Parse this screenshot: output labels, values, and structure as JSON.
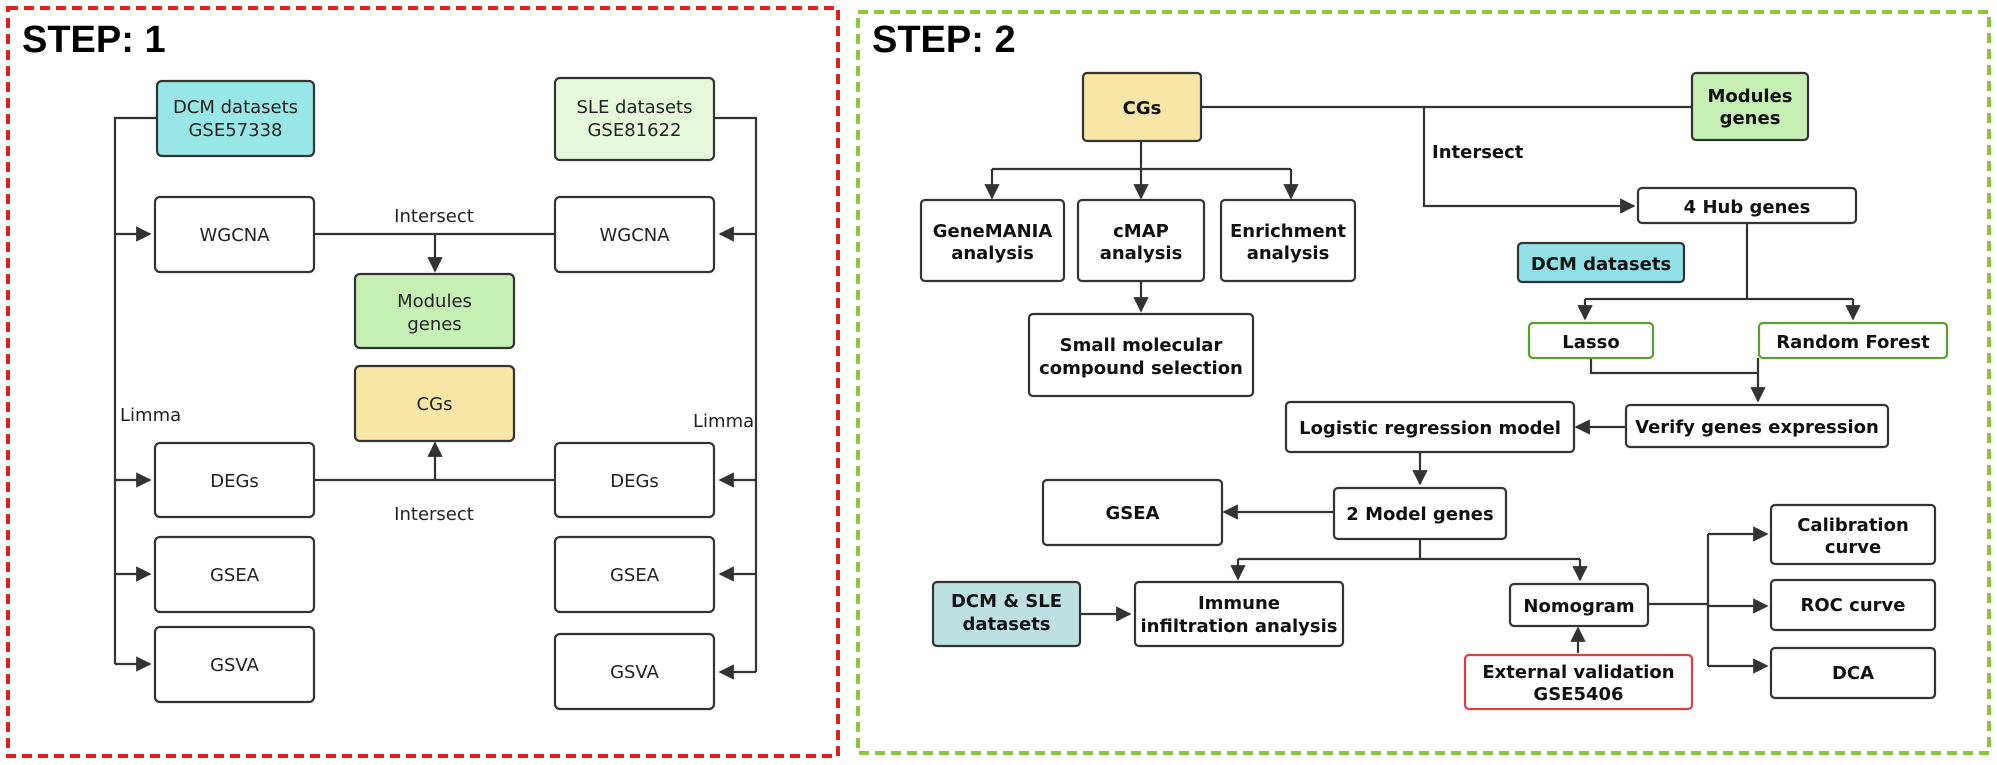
{
  "step1": {
    "title": "STEP: 1",
    "border_color": "#e02020",
    "dcm": [
      "DCM datasets",
      "GSE57338"
    ],
    "sle": [
      "SLE datasets",
      "GSE81622"
    ],
    "wgcna_left": "WGCNA",
    "wgcna_right": "WGCNA",
    "intersect_top": "Intersect",
    "modules": [
      "Modules",
      "genes"
    ],
    "cgs": "CGs",
    "limma_left": "Limma",
    "limma_right": "Limma",
    "degs_left": "DEGs",
    "degs_right": "DEGs",
    "intersect_bottom": "Intersect",
    "gsea_left": "GSEA",
    "gsea_right": "GSEA",
    "gsva_left": "GSVA",
    "gsva_right": "GSVA"
  },
  "step2": {
    "title": "STEP: 2",
    "border_color": "#8cc63f",
    "cgs": "CGs",
    "modules": [
      "Modules",
      "genes"
    ],
    "intersect": "Intersect",
    "genemania": [
      "GeneMANIA",
      "analysis"
    ],
    "cmap": [
      "cMAP",
      "analysis"
    ],
    "enrichment": [
      "Enrichment",
      "analysis"
    ],
    "small_molecular": [
      "Small molecular",
      "compound selection"
    ],
    "hub_genes": "4 Hub genes",
    "dcm_datasets": "DCM datasets",
    "lasso": "Lasso",
    "random_forest": "Random Forest",
    "logistic": "Logistic regression model",
    "verify": "Verify genes expression",
    "gsea": "GSEA",
    "model_genes": "2 Model genes",
    "dcm_sle": [
      "DCM & SLE",
      "datasets"
    ],
    "immune": [
      "Immune",
      "infiltration analysis"
    ],
    "nomogram": "Nomogram",
    "external": [
      "External validation",
      "GSE5406"
    ],
    "calibration": [
      "Calibration",
      "curve"
    ],
    "roc": "ROC curve",
    "dca": "DCA"
  },
  "colors": {
    "cyan": "#99e6e6",
    "light_green": "#e6f8da",
    "green": "#c6efb4",
    "yellow": "#f7e6a6",
    "cyan2": "#90e0e6",
    "teal": "#bde0e1",
    "green_border": "#5aa02c",
    "red_border": "#d94040"
  }
}
